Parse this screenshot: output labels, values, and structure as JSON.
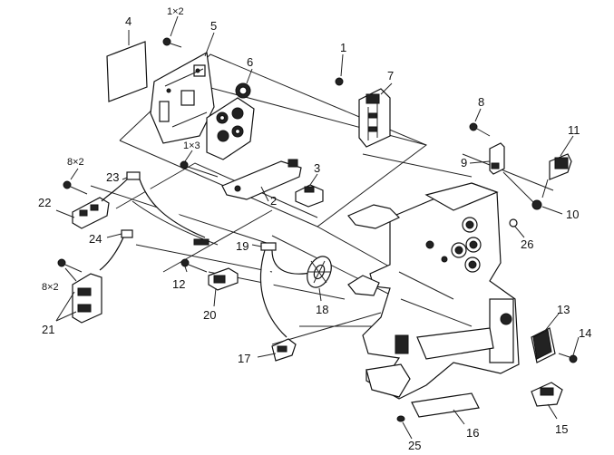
{
  "labels": {
    "p1": "1",
    "p1x2": "1×2",
    "p1x3": "1×3",
    "p2": "2",
    "p3": "3",
    "p4": "4",
    "p5": "5",
    "p6": "6",
    "p7": "7",
    "p8": "8",
    "p8x2a": "8×2",
    "p8x2b": "8×2",
    "p9": "9",
    "p10": "10",
    "p11": "11",
    "p12": "12",
    "p13": "13",
    "p14": "14",
    "p15": "15",
    "p16": "16",
    "p17": "17",
    "p18": "18",
    "p19": "19",
    "p20": "20",
    "p21": "21",
    "p22": "22",
    "p23": "23",
    "p24": "24",
    "p25": "25",
    "p26": "26"
  }
}
